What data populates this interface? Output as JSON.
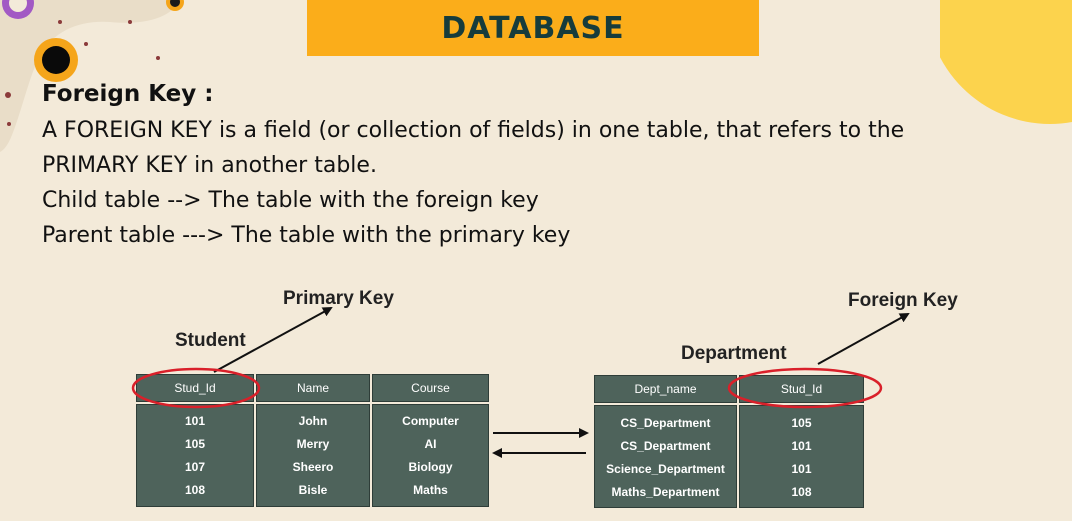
{
  "title": "DATABASE",
  "section": {
    "heading": "Foreign Key :",
    "lines": [
      "A FOREIGN KEY is a field (or collection of fields) in one table, that refers to the",
      "PRIMARY KEY in another table.",
      " Child table --> The table with the foreign key",
      "Parent table ---> The table with the primary key"
    ]
  },
  "diagram": {
    "primary_key_label": "Primary Key",
    "foreign_key_label": "Foreign Key",
    "student": {
      "name": "Student",
      "headers": [
        "Stud_Id",
        "Name",
        "Course"
      ],
      "columns": [
        [
          "101",
          "105",
          "107",
          "108"
        ],
        [
          "John",
          "Merry",
          "Sheero",
          "Bisle"
        ],
        [
          "Computer",
          "AI",
          "Biology",
          "Maths"
        ]
      ]
    },
    "department": {
      "name": "Department",
      "headers": [
        "Dept_name",
        "Stud_Id"
      ],
      "columns": [
        [
          "CS_Department",
          "CS_Department",
          "Science_Department",
          "Maths_Department"
        ],
        [
          "105",
          "101",
          "101",
          "108"
        ]
      ]
    }
  },
  "colors": {
    "background": "#f3ead9",
    "title_bar": "#fbad1a",
    "title_text": "#163c3c",
    "table_fill": "#4e635b",
    "key_highlight": "#d9202a"
  }
}
